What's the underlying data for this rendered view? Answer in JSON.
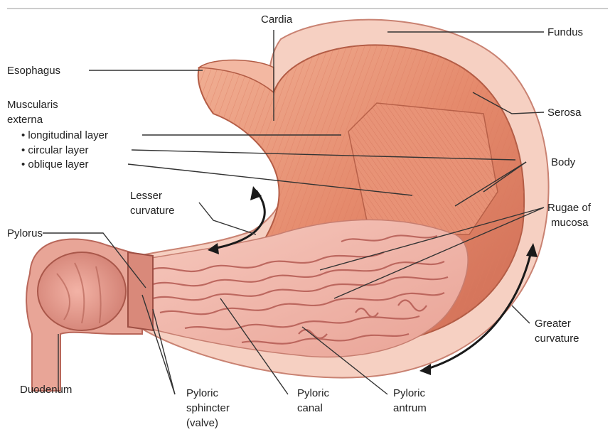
{
  "labels": {
    "cardia": "Cardia",
    "fundus": "Fundus",
    "esophagus": "Esophagus",
    "muscularis_line1": "Muscularis",
    "muscularis_line2": "externa",
    "longitudinal": "• longitudinal layer",
    "circular": "• circular layer",
    "oblique": "• oblique layer",
    "serosa": "Serosa",
    "body": "Body",
    "lesser_line1": "Lesser",
    "lesser_line2": "curvature",
    "rugae_line1": "Rugae of",
    "rugae_line2": "mucosa",
    "pylorus": "Pylorus",
    "greater_line1": "Greater",
    "greater_line2": "curvature",
    "duodenum": "Duodenum",
    "sphincter_line1": "Pyloric",
    "sphincter_line2": "sphincter",
    "sphincter_line3": "(valve)",
    "canal_line1": "Pyloric",
    "canal_line2": "canal",
    "antrum_line1": "Pyloric",
    "antrum_line2": "antrum"
  },
  "colors": {
    "muscle_outer": "#e0866a",
    "muscle_light": "#f0b49c",
    "serosa_rim": "#f7cfc0",
    "mucosa": "#f2b7ac",
    "rugae_dark": "#b45a52",
    "leader": "#333333"
  }
}
